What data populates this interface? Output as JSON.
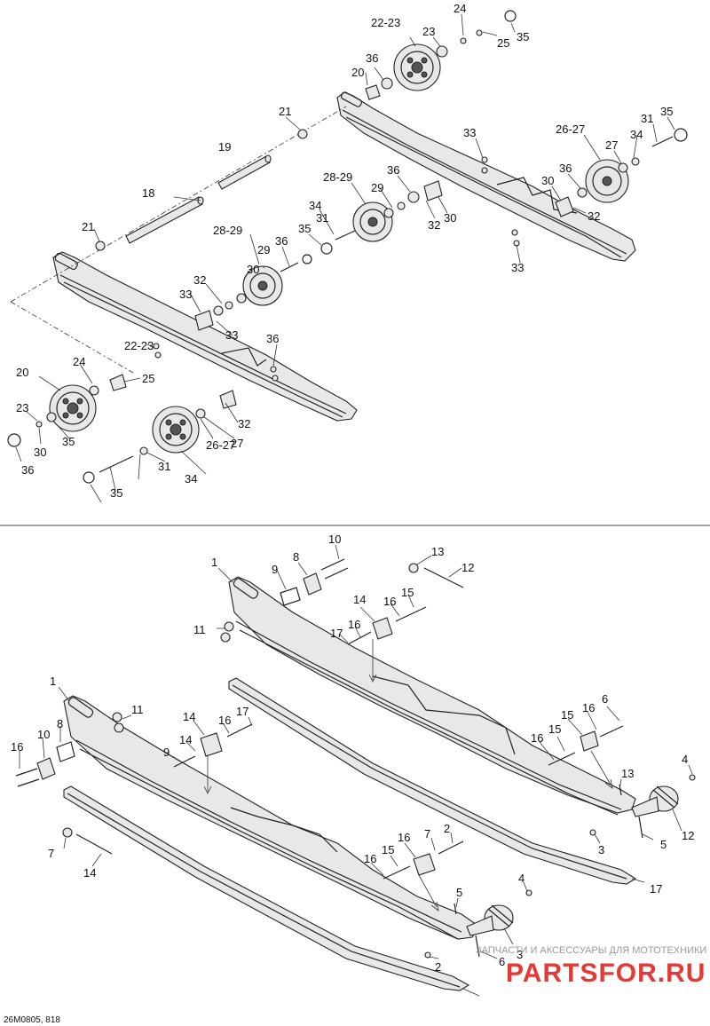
{
  "diagram_code": "26M0805, 818",
  "watermark": {
    "caption": "ЗАПЧАСТИ И АКСЕССУАРЫ ДЛЯ МОТОТЕХНИКИ",
    "brand": "PARTSFOR.RU"
  },
  "callouts_top": [
    {
      "id": "t1",
      "text": "22-23"
    },
    {
      "id": "t2",
      "text": "24"
    },
    {
      "id": "t3",
      "text": "23"
    },
    {
      "id": "t4",
      "text": "25"
    },
    {
      "id": "t5",
      "text": "35"
    },
    {
      "id": "t6",
      "text": "36"
    },
    {
      "id": "t7",
      "text": "20"
    },
    {
      "id": "t8",
      "text": "21"
    },
    {
      "id": "t9",
      "text": "19"
    },
    {
      "id": "t10",
      "text": "31"
    },
    {
      "id": "t11",
      "text": "35"
    },
    {
      "id": "t12",
      "text": "26-27"
    },
    {
      "id": "t13",
      "text": "33"
    },
    {
      "id": "t14",
      "text": "34"
    },
    {
      "id": "t15",
      "text": "27"
    },
    {
      "id": "t16",
      "text": "36"
    },
    {
      "id": "t17",
      "text": "18"
    },
    {
      "id": "t18",
      "text": "28-29"
    },
    {
      "id": "t19",
      "text": "36"
    },
    {
      "id": "t20",
      "text": "29"
    },
    {
      "id": "t21",
      "text": "30"
    },
    {
      "id": "t22",
      "text": "32"
    },
    {
      "id": "t23",
      "text": "30"
    },
    {
      "id": "t24",
      "text": "32"
    },
    {
      "id": "t25",
      "text": "21"
    },
    {
      "id": "t26",
      "text": "28-29"
    },
    {
      "id": "t27",
      "text": "34"
    },
    {
      "id": "t28",
      "text": "31"
    },
    {
      "id": "t29",
      "text": "35"
    },
    {
      "id": "t30",
      "text": "33"
    },
    {
      "id": "t31",
      "text": "29"
    },
    {
      "id": "t32",
      "text": "36"
    },
    {
      "id": "t33",
      "text": "30"
    },
    {
      "id": "t34",
      "text": "32"
    },
    {
      "id": "t35",
      "text": "33"
    },
    {
      "id": "t36",
      "text": "33"
    },
    {
      "id": "t37",
      "text": "22-23"
    },
    {
      "id": "t38",
      "text": "36"
    },
    {
      "id": "t39",
      "text": "20"
    },
    {
      "id": "t40",
      "text": "24"
    },
    {
      "id": "t41",
      "text": "25"
    },
    {
      "id": "t42",
      "text": "23"
    },
    {
      "id": "t43",
      "text": "30"
    },
    {
      "id": "t44",
      "text": "35"
    },
    {
      "id": "t45",
      "text": "32"
    },
    {
      "id": "t46",
      "text": "36"
    },
    {
      "id": "t47",
      "text": "27"
    },
    {
      "id": "t48",
      "text": "26-27"
    },
    {
      "id": "t49",
      "text": "31"
    },
    {
      "id": "t50",
      "text": "34"
    },
    {
      "id": "t51",
      "text": "35"
    }
  ],
  "callouts_bottom": [
    {
      "id": "b1",
      "text": "10"
    },
    {
      "id": "b2",
      "text": "1"
    },
    {
      "id": "b3",
      "text": "9"
    },
    {
      "id": "b4",
      "text": "8"
    },
    {
      "id": "b5",
      "text": "13"
    },
    {
      "id": "b6",
      "text": "12"
    },
    {
      "id": "b7",
      "text": "14"
    },
    {
      "id": "b8",
      "text": "16"
    },
    {
      "id": "b9",
      "text": "15"
    },
    {
      "id": "b10",
      "text": "11"
    },
    {
      "id": "b11",
      "text": "17"
    },
    {
      "id": "b12",
      "text": "16"
    },
    {
      "id": "b13",
      "text": "1"
    },
    {
      "id": "b14",
      "text": "11"
    },
    {
      "id": "b15",
      "text": "14"
    },
    {
      "id": "b16",
      "text": "16"
    },
    {
      "id": "b17",
      "text": "17"
    },
    {
      "id": "b18",
      "text": "14"
    },
    {
      "id": "b19",
      "text": "16"
    },
    {
      "id": "b20",
      "text": "10"
    },
    {
      "id": "b21",
      "text": "8"
    },
    {
      "id": "b22",
      "text": "9"
    },
    {
      "id": "b23",
      "text": "16"
    },
    {
      "id": "b24",
      "text": "15"
    },
    {
      "id": "b25",
      "text": "15"
    },
    {
      "id": "b26",
      "text": "16"
    },
    {
      "id": "b27",
      "text": "6"
    },
    {
      "id": "b28",
      "text": "4"
    },
    {
      "id": "b29",
      "text": "13"
    },
    {
      "id": "b30",
      "text": "7"
    },
    {
      "id": "b31",
      "text": "3"
    },
    {
      "id": "b32",
      "text": "5"
    },
    {
      "id": "b33",
      "text": "12"
    },
    {
      "id": "b34",
      "text": "14"
    },
    {
      "id": "b35",
      "text": "16"
    },
    {
      "id": "b36",
      "text": "15"
    },
    {
      "id": "b37",
      "text": "2"
    },
    {
      "id": "b38",
      "text": "17"
    },
    {
      "id": "b39",
      "text": "16"
    },
    {
      "id": "b40",
      "text": "7"
    },
    {
      "id": "b41",
      "text": "4"
    },
    {
      "id": "b42",
      "text": "5"
    },
    {
      "id": "b43",
      "text": "3"
    },
    {
      "id": "b44",
      "text": "6"
    },
    {
      "id": "b45",
      "text": "2"
    }
  ]
}
